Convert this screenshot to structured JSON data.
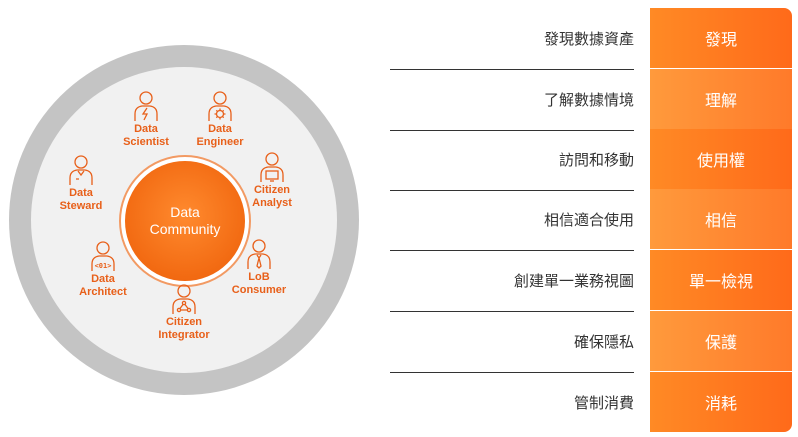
{
  "diagram": {
    "center": {
      "line1": "Data",
      "line2": "Community"
    },
    "roles": [
      {
        "line1": "Data",
        "line2": "Scientist",
        "icon": "person-lightning-icon"
      },
      {
        "line1": "Data",
        "line2": "Engineer",
        "icon": "person-gear-icon"
      },
      {
        "line1": "Citizen",
        "line2": "Analyst",
        "icon": "person-monitor-icon"
      },
      {
        "line1": "LoB",
        "line2": "Consumer",
        "icon": "person-tie-icon"
      },
      {
        "line1": "Citizen",
        "line2": "Integrator",
        "icon": "person-network-icon"
      },
      {
        "line1": "Data",
        "line2": "Architect",
        "icon": "person-code-icon"
      },
      {
        "line1": "Data",
        "line2": "Steward",
        "icon": "person-badge-icon"
      }
    ]
  },
  "rows": [
    {
      "label": "發現數據資產",
      "tab": "發現"
    },
    {
      "label": "了解數據情境",
      "tab": "理解"
    },
    {
      "label": "訪問和移動",
      "tab": "使用權"
    },
    {
      "label": "相信適合使用",
      "tab": "相信"
    },
    {
      "label": "創建單一業務視圖",
      "tab": "單一檢視"
    },
    {
      "label": "確保隱私",
      "tab": "保護"
    },
    {
      "label": "管制消費",
      "tab": "消耗"
    }
  ],
  "colors": {
    "accent": "#f26a12",
    "tab_gradient": [
      "#ff9a3c",
      "#ff6a1a"
    ],
    "role_text": "#e8601a",
    "ring_outer": "#c4c4c4",
    "ring_inner": "#f1f1f1"
  }
}
